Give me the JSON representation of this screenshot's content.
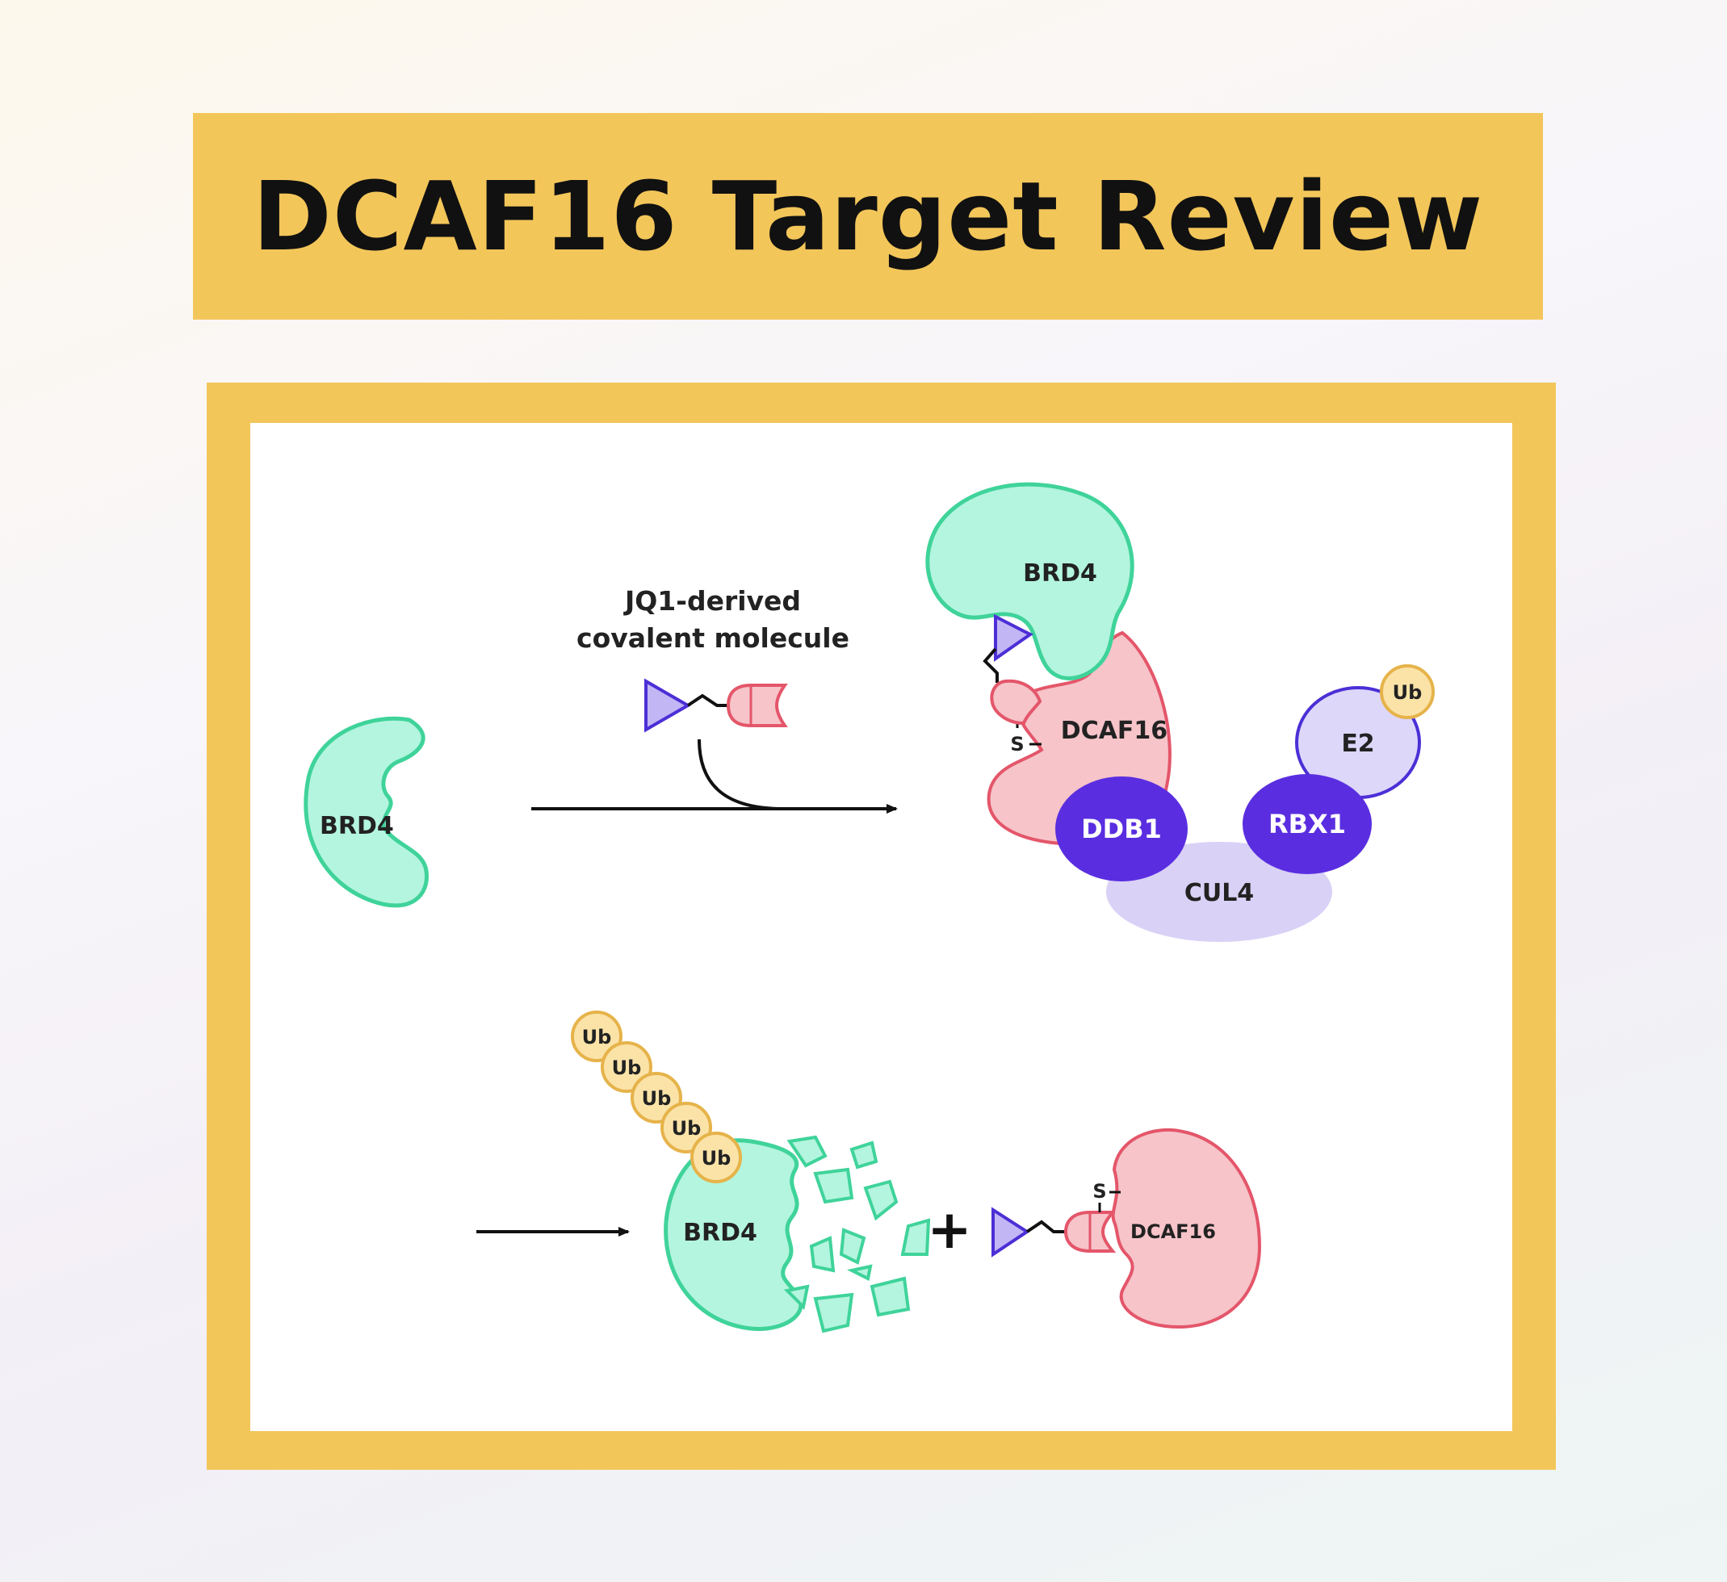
{
  "title": "DCAF16 Target Review",
  "colors": {
    "banner": "#f3c65a",
    "brd4_fill": "#b4f5df",
    "brd4_stroke": "#3fd39a",
    "dcaf16_fill": "#f6c4c9",
    "dcaf16_stroke": "#e4566a",
    "ligand_fill": "#c3b6f5",
    "ligand_stroke": "#4c2fd6",
    "ddb1_rbx1": "#5a2ee0",
    "cul4": "#d9d1f6",
    "e2_fill": "#ddd7fa",
    "ub_fill": "#fbe3a8",
    "ub_stroke": "#e6b34a"
  },
  "diagram": {
    "brd4_free": "BRD4",
    "molecule_caption_line1": "JQ1-derived",
    "molecule_caption_line2": "covalent molecule",
    "complex": {
      "brd4": "BRD4",
      "dcaf16": "DCAF16",
      "sulfur": "S",
      "ddb1": "DDB1",
      "cul4": "CUL4",
      "rbx1": "RBX1",
      "e2": "E2",
      "ub": "Ub"
    },
    "products": {
      "ub_chain": [
        "Ub",
        "Ub",
        "Ub",
        "Ub",
        "Ub"
      ],
      "brd4_degraded": "BRD4",
      "plus": "+",
      "sulfur": "S",
      "dcaf16": "DCAF16"
    }
  }
}
